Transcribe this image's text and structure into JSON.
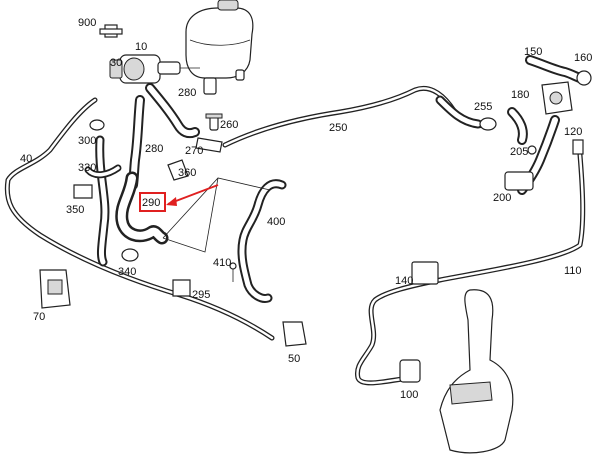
{
  "labels": {
    "p900": "900",
    "p10": "10",
    "p30": "30",
    "p280a": "280",
    "p260": "260",
    "p300": "300",
    "p280b": "280",
    "p270": "270",
    "p250": "250",
    "p40": "40",
    "p330": "330",
    "p360": "360",
    "p350": "350",
    "p290": "290",
    "p400": "400",
    "p340": "340",
    "p410": "410",
    "p295": "295",
    "p70": "70",
    "p50": "50",
    "p150": "150",
    "p160": "160",
    "p255": "255",
    "p180": "180",
    "p120": "120",
    "p205": "205",
    "p200": "200",
    "p110": "110",
    "p140": "140",
    "p100": "100"
  },
  "highlight": {
    "part": "290",
    "color": "#e02020"
  }
}
